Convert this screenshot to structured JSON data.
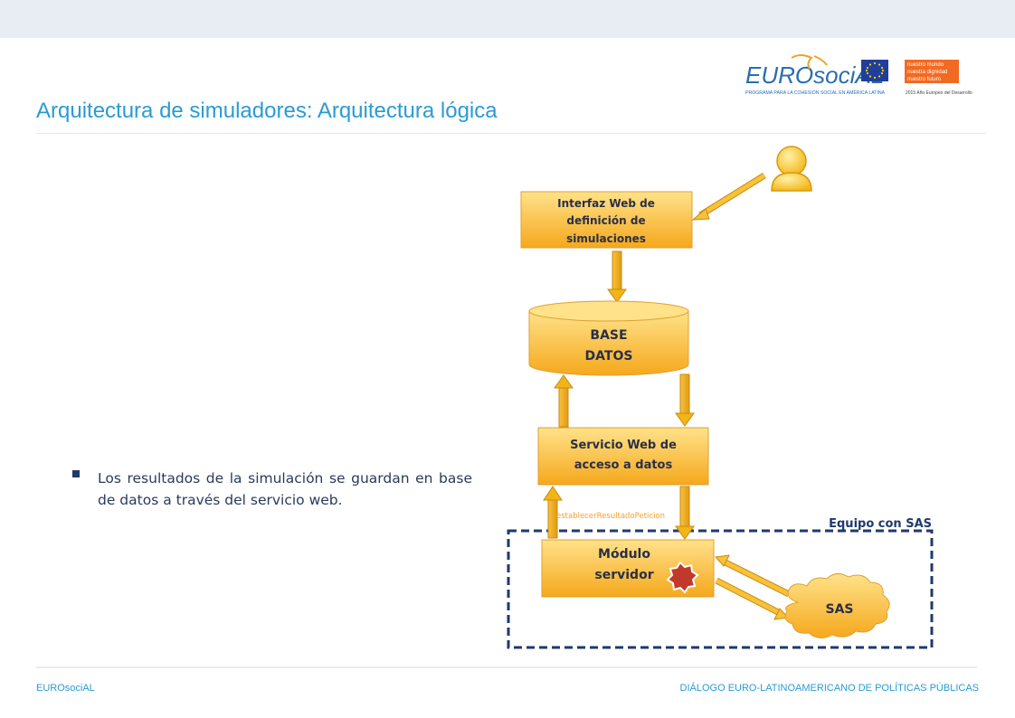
{
  "slide": {
    "title": "Arquitectura de simuladores: Arquitectura lógica",
    "bullet_text": "Los resultados de la simulación se guardan en base de datos a través del servicio web.",
    "footer_left": "EUROsociAL",
    "footer_right": "DIÁLOGO EURO-LATINOAMERICANO DE POLÍTICAS PÚBLICAS"
  },
  "logo": {
    "brand": "EUROsociAL",
    "tagline": "PROGRAMA PARA LA COHESIÓN SOCIAL EN AMÉRICA LATINA",
    "badge_lines": [
      "nuestro mundo",
      "nuestra dignidad",
      "nuestro futuro"
    ],
    "badge_caption": "2015 Año Europeo del Desarrollo"
  },
  "diagram": {
    "interfaz_lines": [
      "Interfaz Web de",
      "definición de",
      "simulaciones"
    ],
    "db_lines": [
      "BASE",
      "DATOS"
    ],
    "servicio_lines": [
      "Servicio Web de",
      "acceso a datos"
    ],
    "modulo_lines": [
      "Módulo",
      "servidor"
    ],
    "sas_label": "SAS",
    "equipo_label": "Equipo con SAS",
    "arrow_label": "establecerResultadoPeticion"
  },
  "colors": {
    "accent": "#2a9bd4",
    "box_fill_top": "#ffd86a",
    "box_fill_bottom": "#f5a81c",
    "dashed_border": "#1f3a6b",
    "footer_text": "#2a9bd4"
  }
}
